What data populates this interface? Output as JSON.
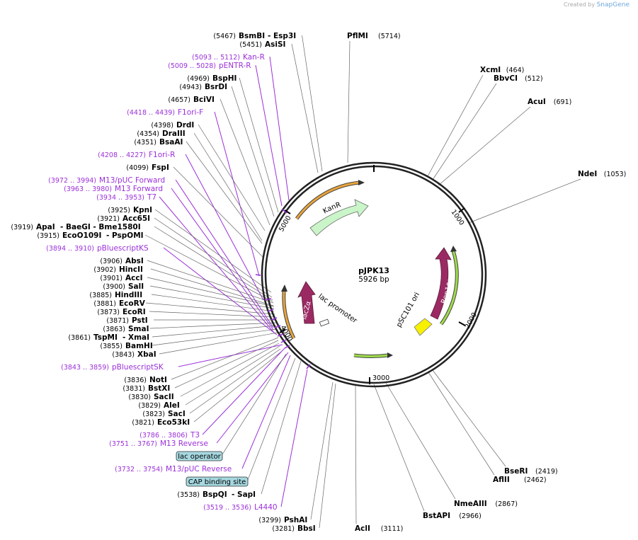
{
  "watermark": {
    "prefix": "Created by",
    "brand": "SnapGene"
  },
  "plasmid": {
    "name": "pJPK13",
    "size": "5926 bp"
  },
  "ticks": [
    "1000",
    "2000",
    "3000",
    "4000",
    "5000"
  ],
  "feature_labels": {
    "kanr": "KanR",
    "rep101": "Rep101",
    "psc101_ori": "pSC101 ori",
    "lacz_alpha": "lacZα",
    "lac_promoter": "lac promoter"
  },
  "boxes": {
    "lac_operator": "lac operator",
    "cap_binding_site": "CAP binding site"
  },
  "left_labels": [
    {
      "type": "site",
      "pos": "(5467)",
      "name": "BsmBI",
      "extra": "- Esp3I"
    },
    {
      "type": "site",
      "pos": "(5451)",
      "name": "AsiSI"
    },
    {
      "type": "feature",
      "pos": "(5093 .. 5112)",
      "name": "Kan-R"
    },
    {
      "type": "feature",
      "pos": "(5009 .. 5028)",
      "name": "pENTR-R"
    },
    {
      "type": "site",
      "pos": "(4969)",
      "name": "BspHI"
    },
    {
      "type": "site",
      "pos": "(4943)",
      "name": "BsrDI"
    },
    {
      "type": "site",
      "pos": "(4657)",
      "name": "BciVI"
    },
    {
      "type": "feature",
      "pos": "(4418 .. 4439)",
      "name": "F1ori-F"
    },
    {
      "type": "site",
      "pos": "(4398)",
      "name": "DrdI"
    },
    {
      "type": "site",
      "pos": "(4354)",
      "name": "DraIII"
    },
    {
      "type": "site",
      "pos": "(4351)",
      "name": "BsaAI"
    },
    {
      "type": "feature",
      "pos": "(4208 .. 4227)",
      "name": "F1ori-R"
    },
    {
      "type": "site",
      "pos": "(4099)",
      "name": "FspI"
    },
    {
      "type": "feature",
      "pos": "(3972 .. 3994)",
      "name": "M13/pUC Forward"
    },
    {
      "type": "feature",
      "pos": "(3963 .. 3980)",
      "name": "M13 Forward"
    },
    {
      "type": "feature",
      "pos": "(3934 .. 3953)",
      "name": "T7"
    },
    {
      "type": "site",
      "pos": "(3925)",
      "name": "KpnI"
    },
    {
      "type": "site",
      "pos": "(3921)",
      "name": "Acc65I"
    },
    {
      "type": "site",
      "pos": "(3919)",
      "name": "ApaI",
      "extra": "- BaeGI   - Bme1580I"
    },
    {
      "type": "site",
      "pos": "(3915)",
      "name": "EcoO109I",
      "extra": "- PspOMI"
    },
    {
      "type": "feature",
      "pos": "(3894 .. 3910)",
      "name": "pBluescriptKS"
    },
    {
      "type": "site",
      "pos": "(3906)",
      "name": "AbsI"
    },
    {
      "type": "site",
      "pos": "(3902)",
      "name": "HincII"
    },
    {
      "type": "site",
      "pos": "(3901)",
      "name": "AccI"
    },
    {
      "type": "site",
      "pos": "(3900)",
      "name": "SalI"
    },
    {
      "type": "site",
      "pos": "(3885)",
      "name": "HindIII"
    },
    {
      "type": "site",
      "pos": "(3881)",
      "name": "EcoRV"
    },
    {
      "type": "site",
      "pos": "(3873)",
      "name": "EcoRI"
    },
    {
      "type": "site",
      "pos": "(3871)",
      "name": "PstI"
    },
    {
      "type": "site",
      "pos": "(3863)",
      "name": "SmaI"
    },
    {
      "type": "site",
      "pos": "(3861)",
      "name": "TspMI",
      "extra": "- XmaI"
    },
    {
      "type": "site",
      "pos": "(3855)",
      "name": "BamHI"
    },
    {
      "type": "site",
      "pos": "(3843)",
      "name": "XbaI"
    },
    {
      "type": "feature",
      "pos": "(3843 .. 3859)",
      "name": "pBluescriptSK"
    },
    {
      "type": "site",
      "pos": "(3836)",
      "name": "NotI"
    },
    {
      "type": "site",
      "pos": "(3831)",
      "name": "BstXI"
    },
    {
      "type": "site",
      "pos": "(3830)",
      "name": "SacII"
    },
    {
      "type": "site",
      "pos": "(3829)",
      "name": "AleI"
    },
    {
      "type": "site",
      "pos": "(3823)",
      "name": "SacI"
    },
    {
      "type": "site",
      "pos": "(3821)",
      "name": "Eco53kI"
    },
    {
      "type": "feature",
      "pos": "(3786 .. 3806)",
      "name": "T3"
    },
    {
      "type": "feature",
      "pos": "(3751 .. 3767)",
      "name": "M13 Reverse"
    },
    {
      "type": "feature",
      "pos": "(3732 .. 3754)",
      "name": "M13/pUC Reverse"
    },
    {
      "type": "site",
      "pos": "(3538)",
      "name": "BspQI",
      "extra": "- SapI"
    },
    {
      "type": "feature",
      "pos": "(3519 .. 3536)",
      "name": "L4440"
    },
    {
      "type": "site",
      "pos": "(3299)",
      "name": "PshAI"
    },
    {
      "type": "site",
      "pos": "(3281)",
      "name": "BbsI"
    }
  ],
  "right_labels": [
    {
      "type": "site",
      "pos": "(5714)",
      "name": "PflMI"
    },
    {
      "type": "site",
      "pos": "(464)",
      "name": "XcmI"
    },
    {
      "type": "site",
      "pos": "(512)",
      "name": "BbvCI"
    },
    {
      "type": "site",
      "pos": "(691)",
      "name": "AcuI"
    },
    {
      "type": "site",
      "pos": "(1053)",
      "name": "NdeI"
    },
    {
      "type": "site",
      "pos": "(2419)",
      "name": "BseRI"
    },
    {
      "type": "site",
      "pos": "(2462)",
      "name": "AflII"
    },
    {
      "type": "site",
      "pos": "(2867)",
      "name": "NmeAIII"
    },
    {
      "type": "site",
      "pos": "(2966)",
      "name": "BstAPI"
    },
    {
      "type": "site",
      "pos": "(3111)",
      "name": "AclI"
    }
  ]
}
